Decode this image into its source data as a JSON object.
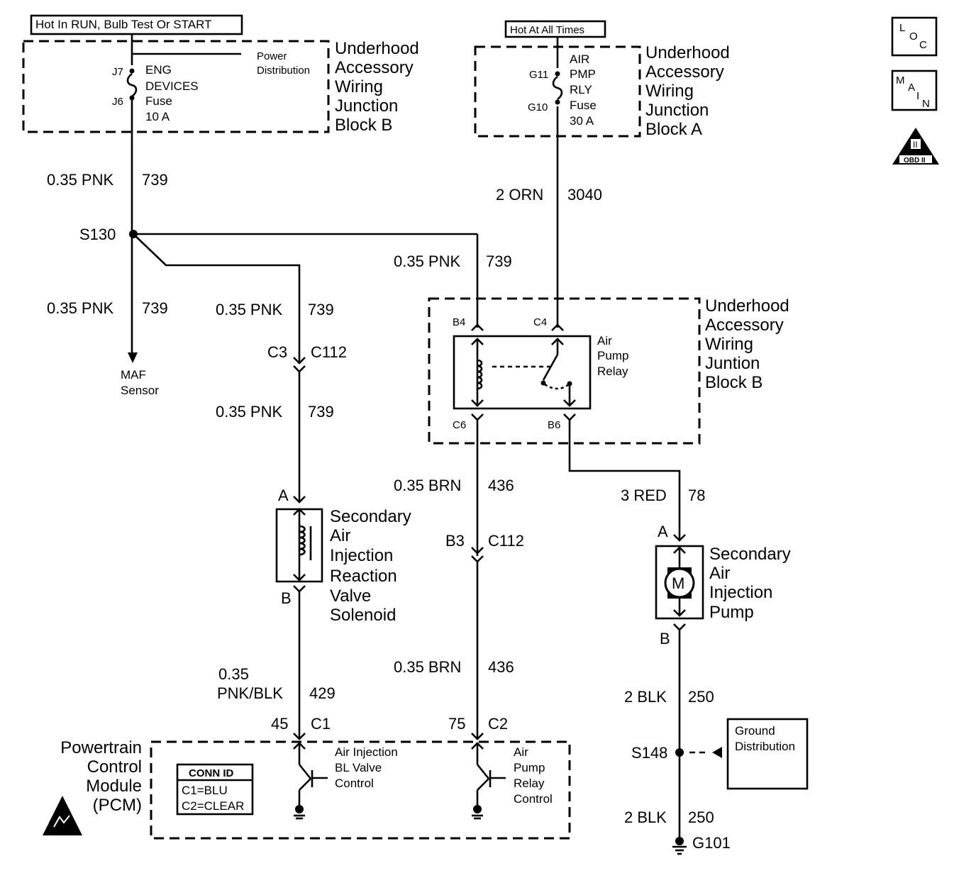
{
  "header": {
    "hot_run": "Hot In RUN, Bulb Test Or START",
    "hot_always": "Hot At All Times"
  },
  "icons": {
    "loc": [
      "L",
      "O",
      "C"
    ],
    "main": [
      "M",
      "A",
      "I",
      "N"
    ],
    "obd": "OBD II",
    "esd": "esd-warning-icon"
  },
  "fuse_block_b": {
    "title": [
      "Underhood",
      "Accessory",
      "Wiring",
      "Junction",
      "Block B"
    ],
    "pin_top": "J7",
    "pin_bottom": "J6",
    "fuse_label": [
      "ENG",
      "DEVICES",
      "Fuse",
      "10 A"
    ],
    "power_dist": [
      "Power",
      "Distribution"
    ]
  },
  "fuse_block_a": {
    "title": [
      "Underhood",
      "Accessory",
      "Wiring",
      "Junction",
      "Block A"
    ],
    "pin_top": "G11",
    "pin_bottom": "G10",
    "fuse_label": [
      "AIR",
      "PMP",
      "RLY",
      "Fuse",
      "30 A"
    ]
  },
  "relay_block": {
    "title": [
      "Underhood",
      "Accessory",
      "Wiring",
      "Juntion",
      "Block B"
    ],
    "relay_label": [
      "Air",
      "Pump",
      "Relay"
    ],
    "pins": {
      "b4": "B4",
      "c4": "C4",
      "c6": "C6",
      "b6": "B6"
    }
  },
  "wires": {
    "w739_a": {
      "gauge": "0.35 PNK",
      "circuit": "739"
    },
    "w739_b": {
      "gauge": "0.35 PNK",
      "circuit": "739"
    },
    "w739_c": {
      "gauge": "0.35 PNK",
      "circuit": "739"
    },
    "w739_d": {
      "gauge": "0.35 PNK",
      "circuit": "739"
    },
    "w739_e": {
      "gauge": "0.35 PNK",
      "circuit": "739"
    },
    "w3040": {
      "gauge": "2 ORN",
      "circuit": "3040"
    },
    "w436_a": {
      "gauge": "0.35 BRN",
      "circuit": "436"
    },
    "w436_b": {
      "gauge": "0.35 BRN",
      "circuit": "436"
    },
    "w78": {
      "gauge": "3 RED",
      "circuit": "78"
    },
    "w429": {
      "gauge_1": "0.35",
      "gauge_2": "PNK/BLK",
      "circuit": "429"
    },
    "w250_a": {
      "gauge": "2 BLK",
      "circuit": "250"
    },
    "w250_b": {
      "gauge": "2 BLK",
      "circuit": "250"
    }
  },
  "splices": {
    "s130": "S130",
    "s148": "S148"
  },
  "maf": [
    "MAF",
    "Sensor"
  ],
  "connectors": {
    "c3": "C3",
    "c112_a": "C112",
    "b3": "B3",
    "c112_b": "C112",
    "pin45": "45",
    "c1": "C1",
    "pin75": "75",
    "c2": "C2"
  },
  "solenoid": {
    "pin_a": "A",
    "pin_b": "B",
    "label": [
      "Secondary",
      "Air",
      "Injection",
      "Reaction",
      "Valve",
      "Solenoid"
    ]
  },
  "pump": {
    "pin_a": "A",
    "pin_b": "B",
    "motor": "M",
    "label": [
      "Secondary",
      "Air",
      "Injection",
      "Pump"
    ]
  },
  "ground": {
    "dist": [
      "Ground",
      "Distribution"
    ],
    "g101": "G101"
  },
  "pcm": {
    "title": [
      "Powertrain",
      "Control",
      "Module",
      "(PCM)"
    ],
    "conn_id_title": "CONN ID",
    "conn_id_lines": [
      "C1=BLU",
      "C2=CLEAR"
    ],
    "driver1": [
      "Air Injection",
      "BL Valve",
      "Control"
    ],
    "driver2": [
      "Air",
      "Pump",
      "Relay",
      "Control"
    ]
  }
}
